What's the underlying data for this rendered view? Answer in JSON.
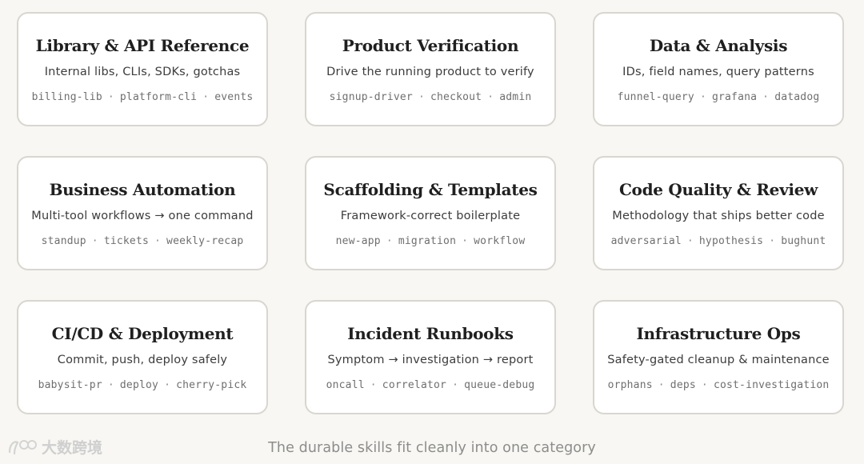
{
  "cards": [
    {
      "title": "Library & API Reference",
      "description": "Internal libs, CLIs, SDKs, gotchas",
      "tags": [
        "billing-lib",
        "platform-cli",
        "events"
      ]
    },
    {
      "title": "Product Verification",
      "description": "Drive the running product to verify",
      "tags": [
        "signup-driver",
        "checkout",
        "admin"
      ]
    },
    {
      "title": "Data & Analysis",
      "description": "IDs, field names, query patterns",
      "tags": [
        "funnel-query",
        "grafana",
        "datadog"
      ]
    },
    {
      "title": "Business Automation",
      "description": "Multi-tool workflows → one command",
      "tags": [
        "standup",
        "tickets",
        "weekly-recap"
      ]
    },
    {
      "title": "Scaffolding & Templates",
      "description": "Framework-correct boilerplate",
      "tags": [
        "new-app",
        "migration",
        "workflow"
      ]
    },
    {
      "title": "Code Quality & Review",
      "description": "Methodology that ships better code",
      "tags": [
        "adversarial",
        "hypothesis",
        "bughunt"
      ]
    },
    {
      "title": "CI/CD & Deployment",
      "description": "Commit, push, deploy safely",
      "tags": [
        "babysit-pr",
        "deploy",
        "cherry-pick"
      ]
    },
    {
      "title": "Incident Runbooks",
      "description": "Symptom → investigation → report",
      "tags": [
        "oncall",
        "correlator",
        "queue-debug"
      ]
    },
    {
      "title": "Infrastructure Ops",
      "description": "Safety-gated cleanup & maintenance",
      "tags": [
        "orphans",
        "deps",
        "cost-investigation"
      ]
    }
  ],
  "tag_separator": "·",
  "caption": "The durable skills fit cleanly into one category",
  "watermark": {
    "text": "大数跨境",
    "icon": "watermark-logo-icon"
  },
  "colors": {
    "background": "#f8f7f3",
    "card_background": "#ffffff",
    "card_border": "#d9d6cf",
    "title": "#1f1f1f",
    "description": "#3c3c3c",
    "tags": "#6f6f6f",
    "caption": "#8c8c8c"
  }
}
